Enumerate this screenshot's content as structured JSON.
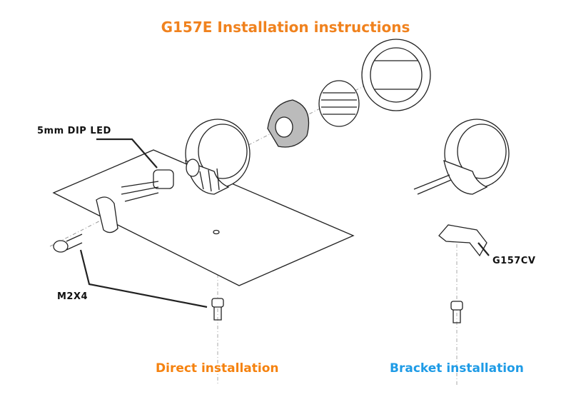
{
  "title": "G157E Installation instructions",
  "labels": {
    "led": "5mm DIP LED",
    "screw": "M2X4",
    "bracket": "G157CV"
  },
  "captions": {
    "direct": "Direct installation",
    "bracket": "Bracket installation"
  },
  "colors": {
    "title": "#f0821e",
    "direct": "#f5820f",
    "bracket": "#1e9be6"
  }
}
